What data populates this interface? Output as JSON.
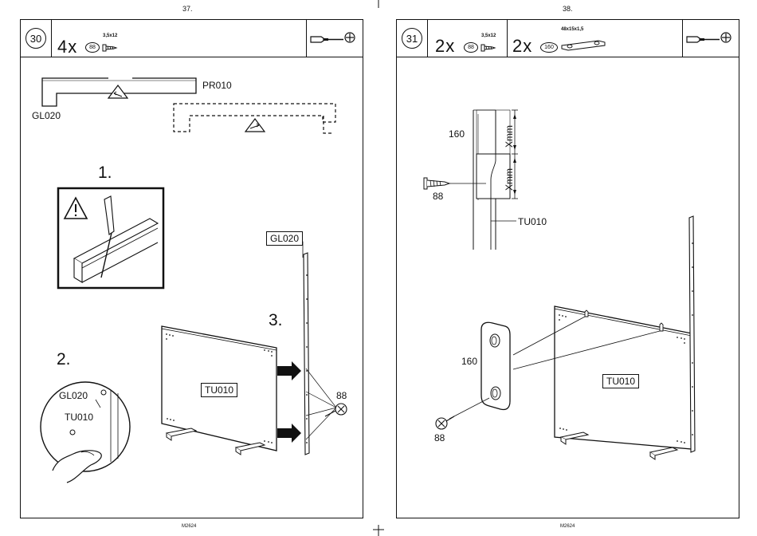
{
  "left_page": {
    "page_number": "37.",
    "footer": "M2624",
    "step_number": "30",
    "header_qty": "4x",
    "screw_part": "88",
    "screw_spec": "3,5x12",
    "labels": {
      "profile": "PR010",
      "edge": "GL020",
      "panel": "TU010",
      "screw": "88",
      "detail_edge": "GL020",
      "detail_panel": "TU010",
      "rail": "GL020"
    },
    "substeps": [
      "1.",
      "2.",
      "3."
    ],
    "icons": [
      "screwdriver-icon",
      "phillips-icon",
      "warning-icon"
    ]
  },
  "right_page": {
    "page_number": "38.",
    "footer": "M2624",
    "step_number": "31",
    "header_qty_1": "2x",
    "screw_part": "88",
    "screw_spec": "3,5x12",
    "header_qty_2": "2x",
    "plate_part": "160",
    "plate_spec": "48x15x1,5",
    "labels": {
      "plate": "160",
      "dim_1": "Xmm",
      "dim_2": "Xmm",
      "screw": "88",
      "panel_part": "TU010",
      "plate_detail": "160",
      "screw_detail": "88",
      "panel": "TU010"
    },
    "icons": [
      "screwdriver-icon",
      "phillips-icon"
    ]
  }
}
